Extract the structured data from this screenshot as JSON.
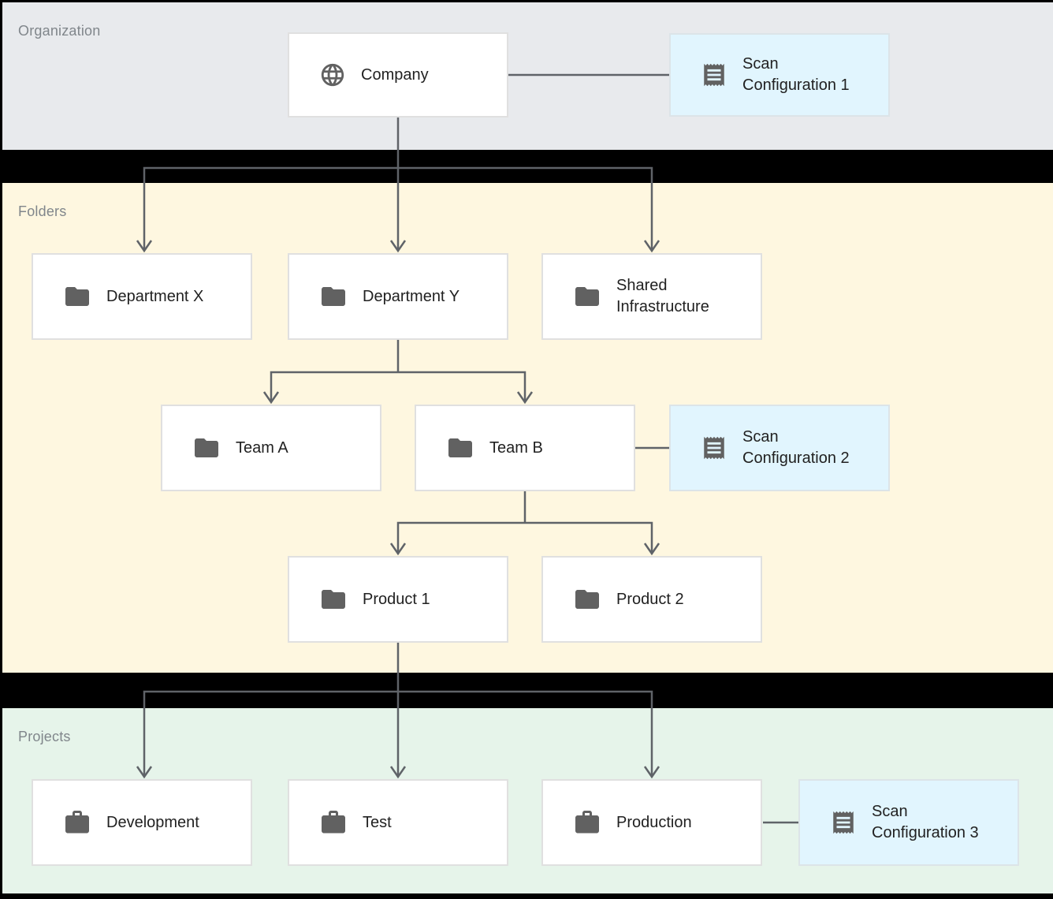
{
  "diagram": {
    "bands": {
      "organization": {
        "label": "Organization",
        "background": "#e8eaed"
      },
      "folders": {
        "label": "Folders",
        "background": "#fef7e0"
      },
      "projects": {
        "label": "Projects",
        "background": "#e6f4ea"
      }
    },
    "nodes": {
      "company": {
        "label": "Company",
        "icon": "globe-icon",
        "band": "organization"
      },
      "scan_config_1": {
        "label": "Scan Configuration 1",
        "icon": "receipt-icon",
        "band": "organization"
      },
      "department_x": {
        "label": "Department X",
        "icon": "folder-icon",
        "band": "folders"
      },
      "department_y": {
        "label": "Department Y",
        "icon": "folder-icon",
        "band": "folders"
      },
      "shared_infrastructure": {
        "label": "Shared Infrastructure",
        "icon": "folder-icon",
        "band": "folders"
      },
      "team_a": {
        "label": "Team A",
        "icon": "folder-icon",
        "band": "folders"
      },
      "team_b": {
        "label": "Team B",
        "icon": "folder-icon",
        "band": "folders"
      },
      "scan_config_2": {
        "label": "Scan Configuration 2",
        "icon": "receipt-icon",
        "band": "folders"
      },
      "product_1": {
        "label": "Product 1",
        "icon": "folder-icon",
        "band": "folders"
      },
      "product_2": {
        "label": "Product 2",
        "icon": "folder-icon",
        "band": "folders"
      },
      "development": {
        "label": "Development",
        "icon": "briefcase-icon",
        "band": "projects"
      },
      "test": {
        "label": "Test",
        "icon": "briefcase-icon",
        "band": "projects"
      },
      "production": {
        "label": "Production",
        "icon": "briefcase-icon",
        "band": "projects"
      },
      "scan_config_3": {
        "label": "Scan Configuration 3",
        "icon": "receipt-icon",
        "band": "projects"
      }
    },
    "edges": [
      {
        "from": "company",
        "to": "scan_config_1",
        "style": "plain"
      },
      {
        "from": "company",
        "to": "department_x",
        "style": "arrow"
      },
      {
        "from": "company",
        "to": "department_y",
        "style": "arrow"
      },
      {
        "from": "company",
        "to": "shared_infrastructure",
        "style": "arrow"
      },
      {
        "from": "department_y",
        "to": "team_a",
        "style": "arrow"
      },
      {
        "from": "department_y",
        "to": "team_b",
        "style": "arrow"
      },
      {
        "from": "team_b",
        "to": "scan_config_2",
        "style": "plain"
      },
      {
        "from": "team_b",
        "to": "product_1",
        "style": "arrow"
      },
      {
        "from": "team_b",
        "to": "product_2",
        "style": "arrow"
      },
      {
        "from": "product_1",
        "to": "development",
        "style": "arrow"
      },
      {
        "from": "product_1",
        "to": "test",
        "style": "arrow"
      },
      {
        "from": "product_1",
        "to": "production",
        "style": "arrow"
      },
      {
        "from": "production",
        "to": "scan_config_3",
        "style": "plain"
      }
    ],
    "colors": {
      "page_background": "#000000",
      "node_box": "#ffffff",
      "scan_config_box": "#e1f5fe",
      "node_border": "#e0e0e0",
      "connector": "#5f6368",
      "icon": "#616161",
      "node_text": "#212121",
      "band_label_text": "#80868b"
    }
  }
}
